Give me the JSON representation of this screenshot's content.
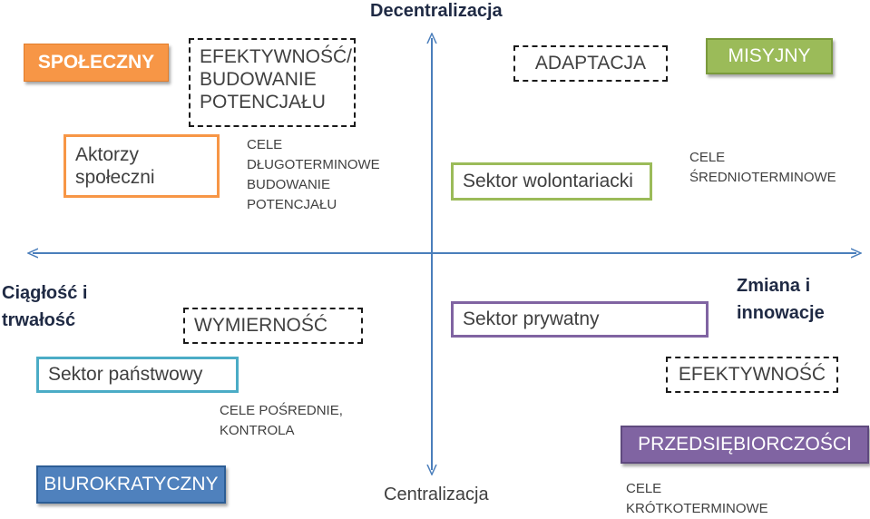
{
  "axes": {
    "top": "Decentralizacja",
    "bottom": "Centralizacja",
    "left": "Ciągłość i trwałość",
    "right": "Zmiana i innowacje"
  },
  "colors": {
    "axis_arrows": "#4a7ebb",
    "spoleczny": "#f79646",
    "misyjny": "#9bbb59",
    "biurokratyczny": "#4f81bd",
    "przedsiebiorczosci": "#8064a2",
    "sektor_panstwowy": "#4bacc6"
  },
  "quadrants": {
    "top_left": {
      "type_label": "SPOŁECZNY",
      "criterion": "EFEKTYWNOŚĆ/ BUDOWANIE POTENCJAŁU",
      "actor": "Aktorzy społeczni",
      "goals": "CELE DŁUGOTERMINOWE BUDOWANIE POTENCJAŁU"
    },
    "top_right": {
      "type_label": "MISYJNY",
      "criterion": "ADAPTACJA",
      "actor": "Sektor wolontariacki",
      "goals": "CELE ŚREDNIOTERMINOWE"
    },
    "bottom_left": {
      "type_label": "BIUROKRATYCZNY",
      "criterion": "WYMIERNOŚĆ",
      "actor": "Sektor państwowy",
      "goals": "CELE POŚREDNIE, KONTROLA"
    },
    "bottom_right": {
      "type_label": "PRZEDSIĘBIORCZOŚCI",
      "criterion": "EFEKTYWNOŚĆ",
      "actor": "Sektor prywatny",
      "goals": "CELE KRÓTKOTERMINOWE"
    }
  }
}
